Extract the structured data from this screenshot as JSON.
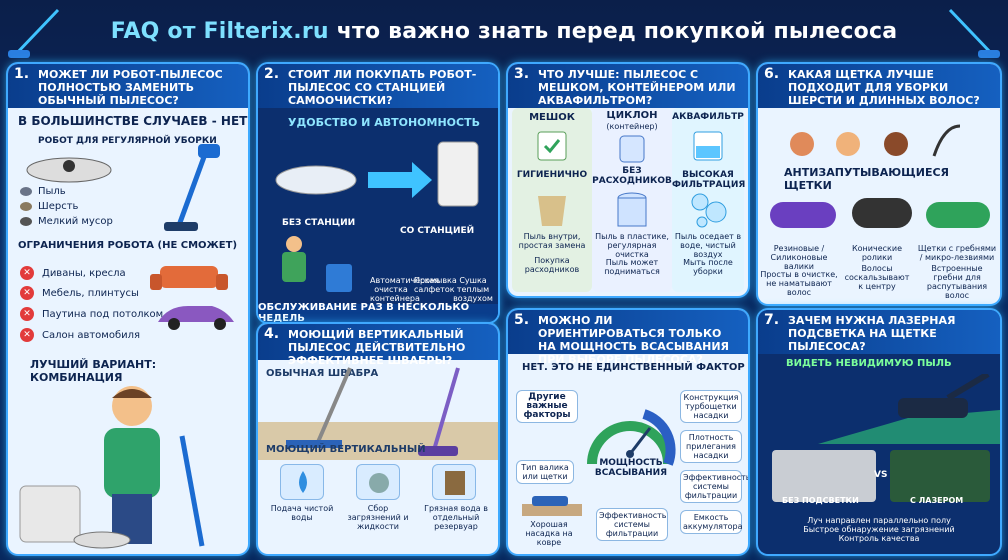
{
  "header": {
    "brand": "FAQ от Filterix.ru",
    "title_rest": "что важно знать перед покупкой пылесоса"
  },
  "q1": {
    "num": "1.",
    "question": "Может ли робот-пылесос полностью заменить обычный пылесос?",
    "answer": "В большинстве случаев - нет",
    "regular_title": "Робот для регулярной уборки",
    "can": [
      "Пыль",
      "Шерсть",
      "Мелкий мусор"
    ],
    "limits_title": "Ограничения робота (не сможет)",
    "cannot": [
      "Диваны, кресла",
      "Мебель, плинтусы",
      "Паутина под потолком",
      "Салон автомобиля"
    ],
    "best": "Лучший вариант: комбинация"
  },
  "q2": {
    "num": "2.",
    "question": "Стоит ли покупать робот-пылесос со станцией самоочистки?",
    "subtitle": "Удобство и автономность",
    "without": "Без станции",
    "with": "Со станцией",
    "features": [
      "Автоматическая очистка контейнера",
      "Промывка салфеток",
      "Сушка теплым воздухом"
    ],
    "note": "Обслуживание раз в несколько недель"
  },
  "q4": {
    "num": "4.",
    "question": "Моющий вертикальный пылесос действительно эффективнее швабры?",
    "mop": "Обычная швабра",
    "wet": "Моющий вертикальный",
    "steps": [
      "Подача чистой воды",
      "Сбор загрязнений и жидкости",
      "Грязная вода в отдельный резервуар"
    ]
  },
  "q3": {
    "num": "3.",
    "question": "Что лучше: пылесос с мешком, контейнером или аквафильтром?",
    "cols": [
      {
        "head": "Мешок",
        "sub": "",
        "prop": "Гигиенично",
        "note": "Пыль внутри, простая замена",
        "extra": "Покупка расходников"
      },
      {
        "head": "Циклон",
        "sub": "(контейнер)",
        "prop": "Без расходников",
        "note": "Пыль в пластике, регулярная очистка",
        "extra": "Пыль может подниматься"
      },
      {
        "head": "Аквафильтр",
        "sub": "",
        "prop": "Высокая фильтрация",
        "note": "Пыль оседает в воде, чистый воздух",
        "extra": "Мыть после уборки"
      }
    ]
  },
  "q5": {
    "num": "5.",
    "question": "Можно ли ориентироваться только на мощность всасывания при выборе пылесоса?",
    "answer": "Нет. Это не единственный фактор",
    "other": "Другие важные факторы",
    "gauge": "Мощность всасывания",
    "left": [
      "Тип валика или щетки",
      "Хорошая насадка на ковре"
    ],
    "right": [
      "Конструкция турбощетки насадки",
      "Плотность прилегания насадки",
      "Эффективность системы фильтрации",
      "Емкость аккумулятора"
    ],
    "bottom": "Эффективность системы фильтрации"
  },
  "q6": {
    "num": "6.",
    "question": "Какая щетка лучше подходит для уборки шерсти и длинных волос?",
    "subtitle": "Антизапутывающиеся щетки",
    "brushes": [
      {
        "name": "Резиновые / Силиконовые валики",
        "desc": "Просты в очистке, не наматывают волос"
      },
      {
        "name": "Конические ролики",
        "desc": "Волосы соскальзывают к центру"
      },
      {
        "name": "Щетки с гребнями / микро-лезвиями",
        "desc": "Встроенные гребни для распутывания волос"
      }
    ]
  },
  "q7": {
    "num": "7.",
    "question": "Зачем нужна лазерная подсветка на щетке пылесоса?",
    "subtitle": "Видеть невидимую пыль",
    "no": "Без подсветки",
    "vs": "VS",
    "yes": "С лазером",
    "foot": [
      "Луч направлен параллельно полу",
      "Быстрое обнаружение загрязнений",
      "Контроль качества"
    ]
  }
}
